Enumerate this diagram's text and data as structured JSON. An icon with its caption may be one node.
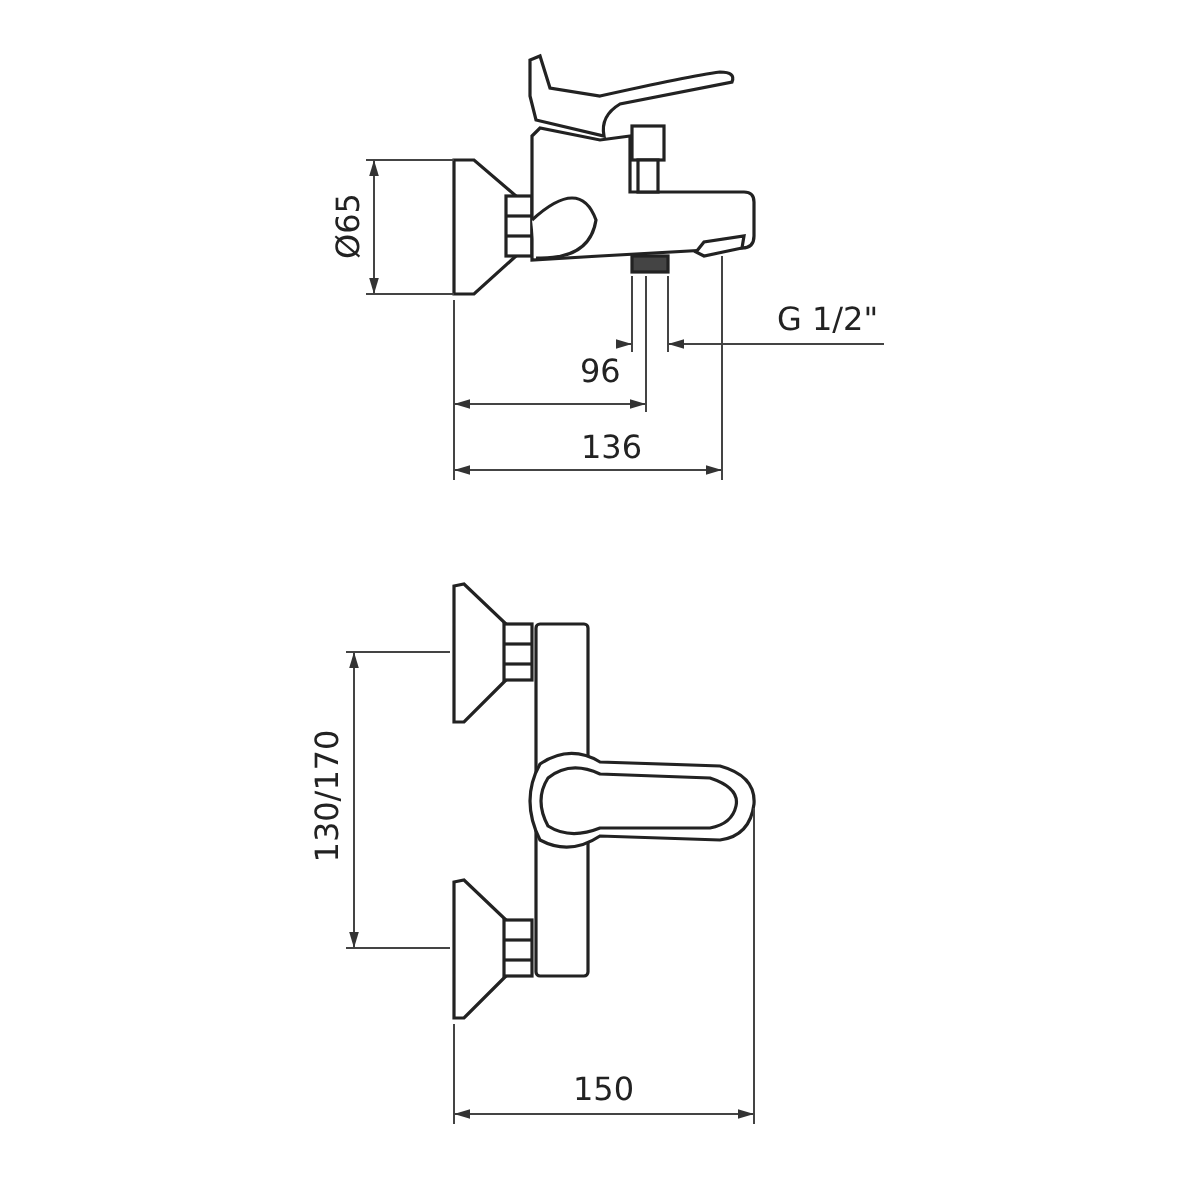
{
  "diagram": {
    "labels": [
      "Ø65",
      "G 1/2\"",
      "96",
      "136",
      "130/170",
      "150"
    ]
  }
}
